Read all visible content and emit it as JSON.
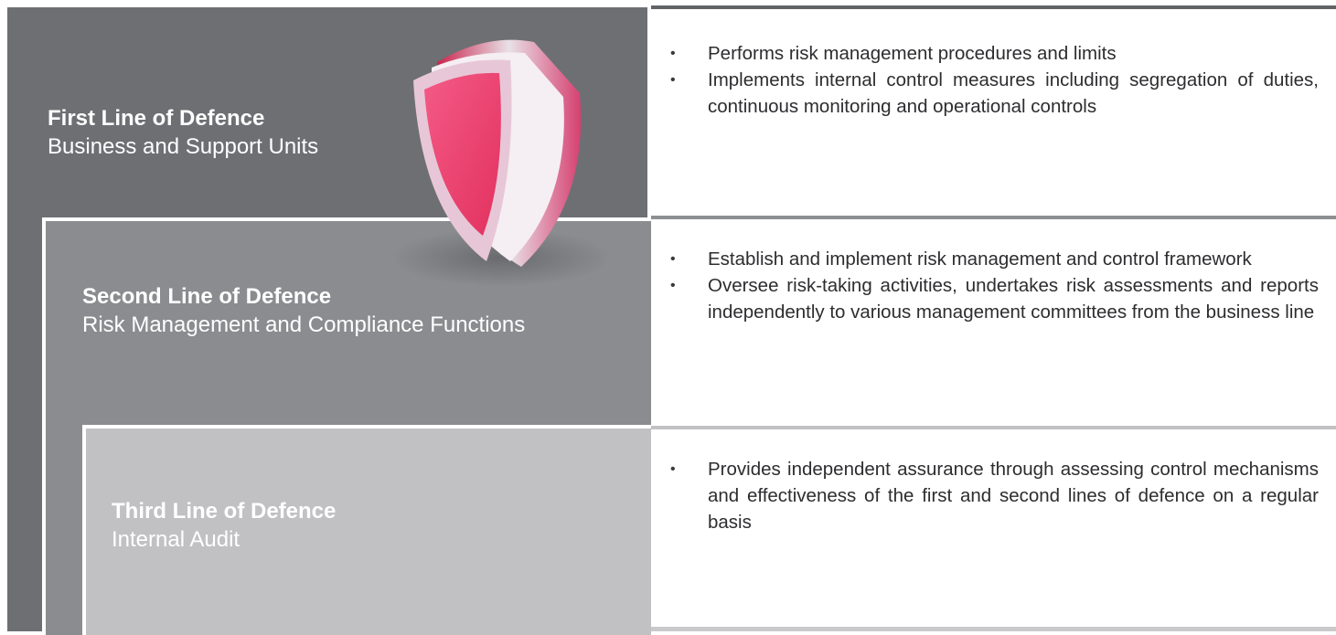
{
  "tiers": [
    {
      "title": "First Line of Defence",
      "subtitle": "Business and Support Units",
      "bullets": [
        "Performs risk management procedures and limits",
        "Implements internal control measures including segregation of duties, continuous monitoring and operational controls"
      ]
    },
    {
      "title": "Second Line of Defence",
      "subtitle": "Risk Management and Compliance Functions",
      "bullets": [
        "Establish and implement risk management and control framework",
        "Oversee risk-taking activities, undertakes risk assessments and reports independently to various management committees from the business line"
      ]
    },
    {
      "title": "Third Line of Defence",
      "subtitle": "Internal Audit",
      "bullets": [
        "Provides independent assurance through assessing control mechanisms and effectiveness of the first and second lines of defence on a regular basis"
      ]
    }
  ],
  "colors": {
    "tier1_bg": "#6e6f73",
    "tier2_bg": "#8b8c8f",
    "tier3_bg": "#c1c1c3",
    "shield_pink": "#ef4878",
    "shield_rim": "#e7c7d7"
  },
  "icons": {
    "shield": "shield-icon"
  }
}
